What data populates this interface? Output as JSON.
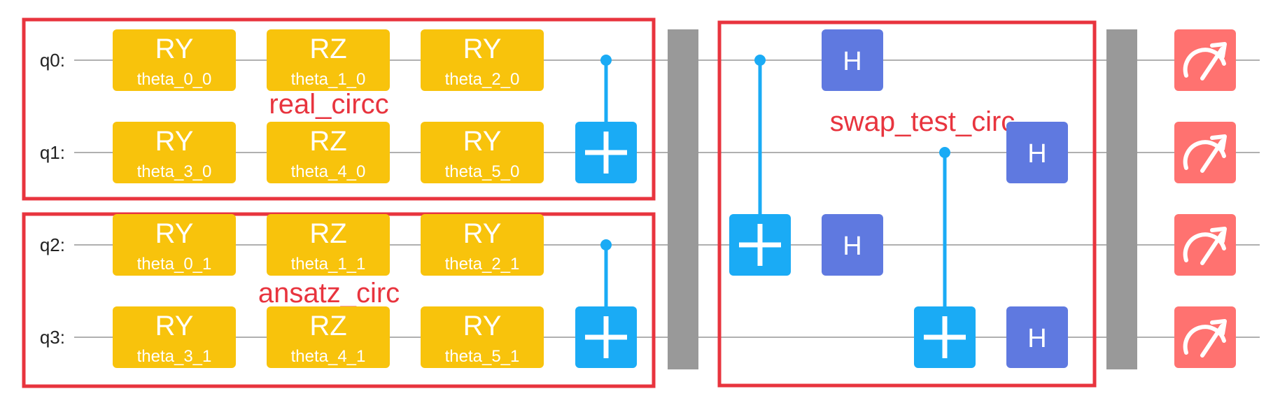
{
  "diagram": {
    "qubits": [
      "q0:",
      "q1:",
      "q2:",
      "q3:"
    ],
    "colors": {
      "rotation_gate": "#f8c30c",
      "cnot": "#1aabf5",
      "hadamard": "#5f79e0",
      "barrier": "#999999",
      "measure": "#ff7270",
      "region_border": "#e8343e",
      "region_label": "#e8343e",
      "wire": "#b0b0b0"
    },
    "rotation_gates": [
      {
        "name": "RY",
        "param": "theta_0_0",
        "qubit": 0,
        "column": 0
      },
      {
        "name": "RZ",
        "param": "theta_1_0",
        "qubit": 0,
        "column": 1
      },
      {
        "name": "RY",
        "param": "theta_2_0",
        "qubit": 0,
        "column": 2
      },
      {
        "name": "RY",
        "param": "theta_3_0",
        "qubit": 1,
        "column": 0
      },
      {
        "name": "RZ",
        "param": "theta_4_0",
        "qubit": 1,
        "column": 1
      },
      {
        "name": "RY",
        "param": "theta_5_0",
        "qubit": 1,
        "column": 2
      },
      {
        "name": "RY",
        "param": "theta_0_1",
        "qubit": 2,
        "column": 0
      },
      {
        "name": "RZ",
        "param": "theta_1_1",
        "qubit": 2,
        "column": 1
      },
      {
        "name": "RY",
        "param": "theta_2_1",
        "qubit": 2,
        "column": 2
      },
      {
        "name": "RY",
        "param": "theta_3_1",
        "qubit": 3,
        "column": 0
      },
      {
        "name": "RZ",
        "param": "theta_4_1",
        "qubit": 3,
        "column": 1
      },
      {
        "name": "RY",
        "param": "theta_5_1",
        "qubit": 3,
        "column": 2
      }
    ],
    "cnots": [
      {
        "control": 0,
        "target": 1,
        "column": 3
      },
      {
        "control": 2,
        "target": 3,
        "column": 3
      },
      {
        "control": 0,
        "target": 2,
        "column": 5
      },
      {
        "control": 1,
        "target": 3,
        "column": 7
      }
    ],
    "hadamards": [
      {
        "label": "H",
        "qubit": 0,
        "column": 6
      },
      {
        "label": "H",
        "qubit": 2,
        "column": 6
      },
      {
        "label": "H",
        "qubit": 1,
        "column": 8
      },
      {
        "label": "H",
        "qubit": 3,
        "column": 8
      }
    ],
    "barriers": [
      {
        "column": 4
      },
      {
        "column": 9
      }
    ],
    "measurements": [
      {
        "qubit": 0,
        "column": 10
      },
      {
        "qubit": 1,
        "column": 10
      },
      {
        "qubit": 2,
        "column": 10
      },
      {
        "qubit": 3,
        "column": 10
      }
    ],
    "regions": [
      {
        "label": "real_circc",
        "name": "real-circ"
      },
      {
        "label": "ansatz_circ",
        "name": "ansatz-circ"
      },
      {
        "label": "swap_test_circ",
        "name": "swap-test-circ"
      }
    ]
  }
}
